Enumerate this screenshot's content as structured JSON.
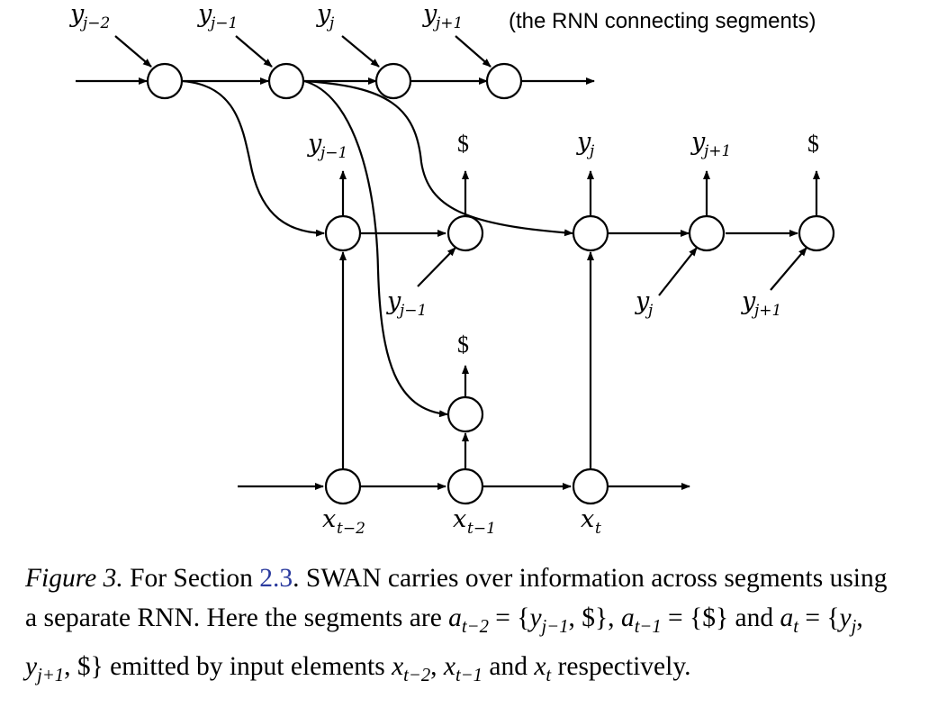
{
  "figure": {
    "header_note": "(the RNN connecting segments)",
    "top_row_inputs": [
      {
        "base": "y",
        "sub": "j−2"
      },
      {
        "base": "y",
        "sub": "j−1"
      },
      {
        "base": "y",
        "sub": "j"
      },
      {
        "base": "y",
        "sub": "j+1"
      }
    ],
    "segment_outputs": [
      {
        "base": "y",
        "sub": "j−1"
      },
      {
        "base": "",
        "sub": "",
        "text": "$"
      },
      {
        "base": "y",
        "sub": "j"
      },
      {
        "base": "y",
        "sub": "j+1"
      },
      {
        "base": "",
        "sub": "",
        "text": "$"
      }
    ],
    "segment_inputs": [
      {
        "base": "y",
        "sub": "j−1"
      },
      {
        "base": "y",
        "sub": "j"
      },
      {
        "base": "y",
        "sub": "j+1"
      }
    ],
    "lower_output": "$",
    "bottom_inputs": [
      {
        "base": "x",
        "sub": "t−2"
      },
      {
        "base": "x",
        "sub": "t−1"
      },
      {
        "base": "x",
        "sub": "t"
      }
    ]
  },
  "caption": {
    "label": "Figure 3.",
    "text_1": " For Section ",
    "section_ref": "2.3",
    "text_2": ". SWAN carries over information across segments using a separate RNN. Here the segments are ",
    "a_t_minus_2": "a",
    "a_t_minus_2_sub": "t−2",
    "eq_1": " = {",
    "y_jm1": "y",
    "y_jm1_sub": "j−1",
    "set_1_rest": ", $}, ",
    "a_t_minus_1": "a",
    "a_t_minus_1_sub": "t−1",
    "eq_2": " = {$} and ",
    "a_t": "a",
    "a_t_sub": "t",
    "eq_3": " = {",
    "y_j": "y",
    "y_j_sub": "j",
    "comma_1": ", ",
    "y_jp1": "y",
    "y_jp1_sub": "j+1",
    "set_3_rest": ", $} emitted by input elements ",
    "x_tm2": "x",
    "x_tm2_sub": "t−2",
    "comma_2": ", ",
    "x_tm1": "x",
    "x_tm1_sub": "t−1",
    "and_word": " and ",
    "x_t": "x",
    "x_t_sub": "t",
    "end_text": " respectively."
  }
}
